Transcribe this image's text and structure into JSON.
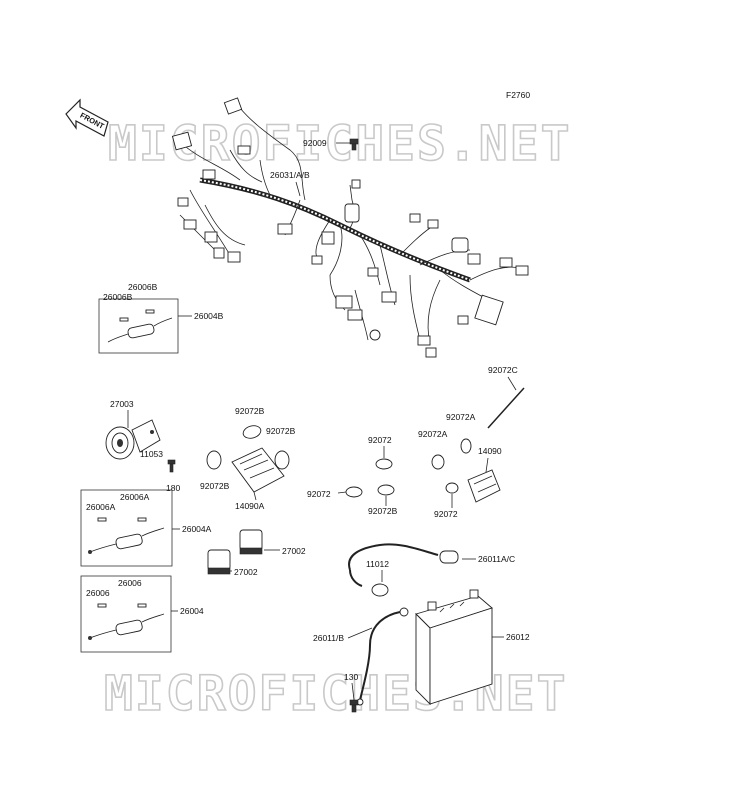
{
  "figure_code": "F2760",
  "front_label": "FRONT",
  "watermark_top": "MICROFICHES.NET",
  "watermark_bottom": "MICROFICHES.NET",
  "labels": {
    "p92009": "92009",
    "p26031": "26031/A/B",
    "p26006B_a": "26006B",
    "p26006B_b": "26006B",
    "p26004B": "26004B",
    "p92072C": "92072C",
    "p27003": "27003",
    "p11053": "11053",
    "p180": "180",
    "p92072B_1": "92072B",
    "p92072B_2": "92072B",
    "p92072B_3": "92072B",
    "p14090A": "14090A",
    "p92072_1": "92072",
    "p92072_2": "92072",
    "p92072B_4": "92072B",
    "p92072A_1": "92072A",
    "p92072A_2": "92072A",
    "p14090": "14090",
    "p92072_3": "92072",
    "p26006A_a": "26006A",
    "p26006A_b": "26006A",
    "p26004A": "26004A",
    "p27002_a": "27002",
    "p27002_b": "27002",
    "p26011AC": "26011A/C",
    "p11012": "11012",
    "p26006_a": "26006",
    "p26006_b": "26006",
    "p26004": "26004",
    "p26011B": "26011/B",
    "p26012": "26012",
    "p130": "130"
  }
}
